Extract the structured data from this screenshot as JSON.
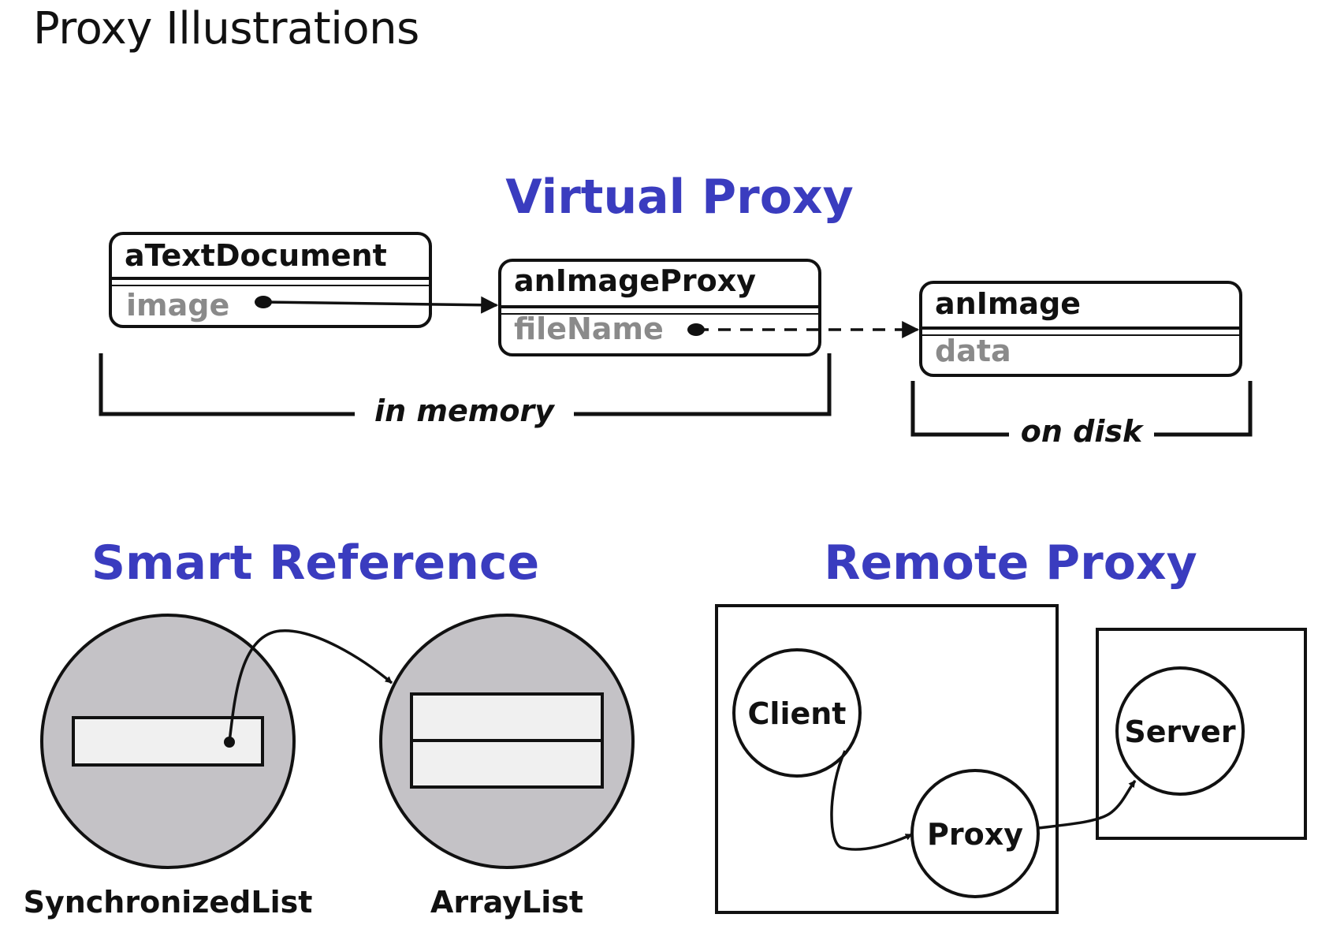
{
  "slide": {
    "title": "Proxy Illustrations"
  },
  "virtual_proxy": {
    "heading": "Virtual Proxy",
    "objects": [
      {
        "name": "aTextDocument",
        "field": "image"
      },
      {
        "name": "anImageProxy",
        "field": "fileName"
      },
      {
        "name": "anImage",
        "field": "data"
      }
    ],
    "brackets": {
      "memory": "in memory",
      "disk": "on disk"
    }
  },
  "smart_reference": {
    "heading": "Smart Reference",
    "labels": {
      "left": "SynchronizedList",
      "right": "ArrayList"
    }
  },
  "remote_proxy": {
    "heading": "Remote Proxy",
    "nodes": {
      "client": "Client",
      "proxy": "Proxy",
      "server": "Server"
    }
  },
  "colors": {
    "heading": "#3a3cbf",
    "field_text": "#8a8a8a",
    "circle_fill": "#c4c2c6",
    "box_fill": "#f0f0f0"
  }
}
